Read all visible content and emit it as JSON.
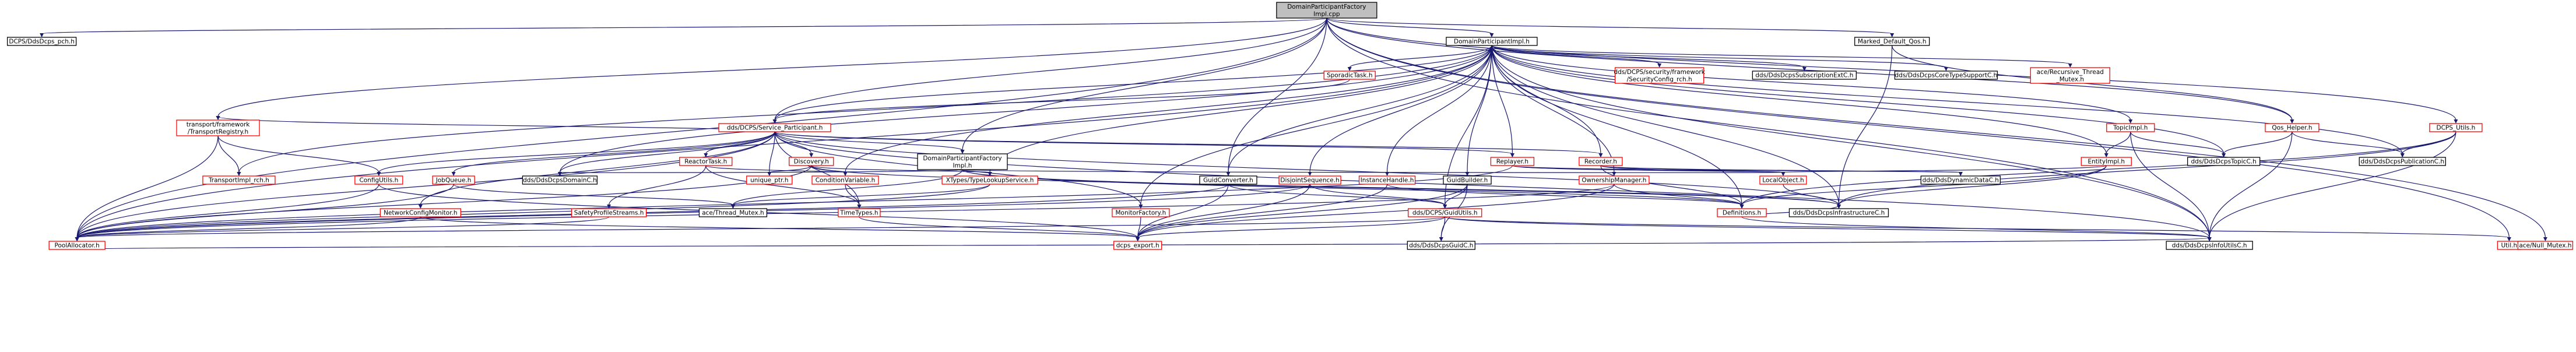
{
  "colors": {
    "node_fill": "#ffffff",
    "root_fill": "#bfbfbf",
    "border_black": "#000000",
    "border_red": "#ff0000",
    "edge_blue": "#191970",
    "edge_red": "#ff0000",
    "background": "#ffffff"
  },
  "nodes": [
    {
      "id": "root",
      "lines": [
        "DomainParticipantFactory",
        "Impl.cpp"
      ],
      "style": "root"
    },
    {
      "id": "pch",
      "lines": [
        "DCPS/DdsDcps_pch.h"
      ],
      "style": "black"
    },
    {
      "id": "dpi",
      "lines": [
        "DomainParticipantImpl.h"
      ],
      "style": "black"
    },
    {
      "id": "mdq",
      "lines": [
        "Marked_Default_Qos.h"
      ],
      "style": "black"
    },
    {
      "id": "sporadic",
      "lines": [
        "SporadicTask.h"
      ],
      "style": "red"
    },
    {
      "id": "seccfg",
      "lines": [
        "dds/DCPS/security/framework",
        "/SecurityConfig_rch.h"
      ],
      "style": "red"
    },
    {
      "id": "subext",
      "lines": [
        "dds/DdsDcpsSubscriptionExtC.h"
      ],
      "style": "black"
    },
    {
      "id": "coretype",
      "lines": [
        "dds/DdsDcpsCoreTypeSupportC.h"
      ],
      "style": "black"
    },
    {
      "id": "rtm",
      "lines": [
        "ace/Recursive_Thread",
        "_Mutex.h"
      ],
      "style": "red"
    },
    {
      "id": "qoshelper",
      "lines": [
        "Qos_Helper.h"
      ],
      "style": "red"
    },
    {
      "id": "dcpsutils",
      "lines": [
        "DCPS_Utils.h"
      ],
      "style": "red"
    },
    {
      "id": "svcpart",
      "lines": [
        "dds/DCPS/Service_Participant.h"
      ],
      "style": "red"
    },
    {
      "id": "topicimpl",
      "lines": [
        "TopicImpl.h"
      ],
      "style": "red"
    },
    {
      "id": "transreg",
      "lines": [
        "transport/framework",
        "/TransportRegistry.h"
      ],
      "style": "red"
    },
    {
      "id": "reactortask",
      "lines": [
        "ReactorTask.h"
      ],
      "style": "red"
    },
    {
      "id": "discovery",
      "lines": [
        "Discovery.h"
      ],
      "style": "red"
    },
    {
      "id": "dpfi",
      "lines": [
        "DomainParticipantFactory",
        "Impl.h"
      ],
      "style": "black"
    },
    {
      "id": "replayer",
      "lines": [
        "Replayer.h"
      ],
      "style": "red"
    },
    {
      "id": "recorder",
      "lines": [
        "Recorder.h"
      ],
      "style": "red"
    },
    {
      "id": "topicc",
      "lines": [
        "dds/DdsDcpsTopicC.h"
      ],
      "style": "black"
    },
    {
      "id": "pubc",
      "lines": [
        "dds/DdsDcpsPublicationC.h"
      ],
      "style": "black"
    },
    {
      "id": "entityimpl",
      "lines": [
        "EntityImpl.h"
      ],
      "style": "red"
    },
    {
      "id": "transimpl",
      "lines": [
        "TransportImpl_rch.h"
      ],
      "style": "red"
    },
    {
      "id": "configutils",
      "lines": [
        "ConfigUtils.h"
      ],
      "style": "red"
    },
    {
      "id": "jobqueue",
      "lines": [
        "JobQueue.h"
      ],
      "style": "red"
    },
    {
      "id": "domainc",
      "lines": [
        "dds/DdsDcpsDomainC.h"
      ],
      "style": "black"
    },
    {
      "id": "uniqueptr",
      "lines": [
        "unique_ptr.h"
      ],
      "style": "red"
    },
    {
      "id": "condvar",
      "lines": [
        "ConditionVariable.h"
      ],
      "style": "red"
    },
    {
      "id": "xtypes",
      "lines": [
        "XTypes/TypeLookupService.h"
      ],
      "style": "red"
    },
    {
      "id": "guidconv",
      "lines": [
        "GuidConverter.h"
      ],
      "style": "black"
    },
    {
      "id": "dispseq",
      "lines": [
        "DisjointSequence.h"
      ],
      "style": "red"
    },
    {
      "id": "insthandle",
      "lines": [
        "InstanceHandle.h"
      ],
      "style": "red"
    },
    {
      "id": "guidbuilder",
      "lines": [
        "GuidBuilder.h"
      ],
      "style": "black"
    },
    {
      "id": "ownmgr",
      "lines": [
        "OwnershipManager.h"
      ],
      "style": "red"
    },
    {
      "id": "localobj",
      "lines": [
        "LocalObject.h"
      ],
      "style": "red"
    },
    {
      "id": "dynamicdata",
      "lines": [
        "dds/DdsDynamicDataC.h"
      ],
      "style": "black"
    },
    {
      "id": "netcfg",
      "lines": [
        "NetworkConfigMonitor.h"
      ],
      "style": "red"
    },
    {
      "id": "safetyprof",
      "lines": [
        "SafetyProfileStreams.h"
      ],
      "style": "red"
    },
    {
      "id": "acethread",
      "lines": [
        "ace/Thread_Mutex.h"
      ],
      "style": "black"
    },
    {
      "id": "timetypes",
      "lines": [
        "TimeTypes.h"
      ],
      "style": "red"
    },
    {
      "id": "monfactory",
      "lines": [
        "MonitorFactory.h"
      ],
      "style": "red"
    },
    {
      "id": "guidutils",
      "lines": [
        "dds/DCPS/GuidUtils.h"
      ],
      "style": "red"
    },
    {
      "id": "definitions",
      "lines": [
        "Definitions.h"
      ],
      "style": "red"
    },
    {
      "id": "infrac",
      "lines": [
        "dds/DdsDcpsInfrastructureC.h"
      ],
      "style": "black"
    },
    {
      "id": "poolalloc",
      "lines": [
        "PoolAllocator.h"
      ],
      "style": "red"
    },
    {
      "id": "dcpsexport",
      "lines": [
        "dcps_export.h"
      ],
      "style": "red"
    },
    {
      "id": "guidc",
      "lines": [
        "dds/DdsDcpsGuidC.h"
      ],
      "style": "black"
    },
    {
      "id": "infoutils",
      "lines": [
        "dds/DdsDcpsInfoUtilsC.h"
      ],
      "style": "black"
    },
    {
      "id": "util",
      "lines": [
        "Util.h"
      ],
      "style": "red"
    },
    {
      "id": "nullmutex",
      "lines": [
        "ace/Null_Mutex.h"
      ],
      "style": "red"
    }
  ],
  "edges": [
    [
      "root",
      "pch"
    ],
    [
      "root",
      "dpi"
    ],
    [
      "root",
      "mdq"
    ],
    [
      "root",
      "svcpart"
    ],
    [
      "root",
      "qoshelper"
    ],
    [
      "root",
      "dcpsutils"
    ],
    [
      "root",
      "transreg"
    ],
    [
      "root",
      "dpfi"
    ],
    [
      "root",
      "guidconv"
    ],
    [
      "root",
      "infoutils"
    ],
    [
      "root",
      "util"
    ],
    [
      "root",
      "nullmutex"
    ],
    [
      "root",
      "poolalloc"
    ],
    [
      "dpi",
      "sporadic"
    ],
    [
      "dpi",
      "seccfg"
    ],
    [
      "dpi",
      "subext"
    ],
    [
      "dpi",
      "coretype"
    ],
    [
      "dpi",
      "rtm"
    ],
    [
      "dpi",
      "topicimpl"
    ],
    [
      "dpi",
      "svcpart"
    ],
    [
      "dpi",
      "replayer"
    ],
    [
      "dpi",
      "recorder"
    ],
    [
      "dpi",
      "topicc"
    ],
    [
      "dpi",
      "pubc"
    ],
    [
      "dpi",
      "entityimpl"
    ],
    [
      "dpi",
      "transimpl"
    ],
    [
      "dpi",
      "domainc"
    ],
    [
      "dpi",
      "condvar"
    ],
    [
      "dpi",
      "xtypes"
    ],
    [
      "dpi",
      "guidconv"
    ],
    [
      "dpi",
      "dispseq"
    ],
    [
      "dpi",
      "insthandle"
    ],
    [
      "dpi",
      "guidbuilder"
    ],
    [
      "dpi",
      "ownmgr"
    ],
    [
      "dpi",
      "guidutils"
    ],
    [
      "dpi",
      "definitions"
    ],
    [
      "dpi",
      "infrac"
    ],
    [
      "dpi",
      "poolalloc"
    ],
    [
      "dpi",
      "infoutils"
    ],
    [
      "dpi",
      "monfactory"
    ],
    [
      "mdq",
      "qoshelper"
    ],
    [
      "mdq",
      "infrac"
    ],
    [
      "sporadic",
      "svcpart"
    ],
    [
      "svcpart",
      "transreg"
    ],
    [
      "svcpart",
      "reactortask"
    ],
    [
      "svcpart",
      "discovery"
    ],
    [
      "svcpart",
      "dpfi"
    ],
    [
      "svcpart",
      "replayer"
    ],
    [
      "svcpart",
      "recorder"
    ],
    [
      "svcpart",
      "configutils"
    ],
    [
      "svcpart",
      "jobqueue"
    ],
    [
      "svcpart",
      "domainc"
    ],
    [
      "svcpart",
      "uniqueptr"
    ],
    [
      "svcpart",
      "netcfg"
    ],
    [
      "svcpart",
      "poolalloc"
    ],
    [
      "svcpart",
      "timetypes"
    ],
    [
      "svcpart",
      "monfactory"
    ],
    [
      "svcpart",
      "infrac"
    ],
    [
      "svcpart",
      "infoutils"
    ],
    [
      "topicimpl",
      "entityimpl"
    ],
    [
      "topicimpl",
      "topicc"
    ],
    [
      "topicimpl",
      "infoutils"
    ],
    [
      "qoshelper",
      "topicc"
    ],
    [
      "qoshelper",
      "pubc"
    ],
    [
      "qoshelper",
      "infoutils"
    ],
    [
      "dcpsutils",
      "pubc"
    ],
    [
      "dcpsutils",
      "infrac"
    ],
    [
      "dcpsutils",
      "infoutils"
    ],
    [
      "dcpsutils",
      "definitions"
    ],
    [
      "transreg",
      "transimpl"
    ],
    [
      "transreg",
      "configutils"
    ],
    [
      "transreg",
      "poolalloc"
    ],
    [
      "reactortask",
      "condvar"
    ],
    [
      "reactortask",
      "timetypes"
    ],
    [
      "reactortask",
      "safetyprof"
    ],
    [
      "discovery",
      "uniqueptr"
    ],
    [
      "discovery",
      "condvar"
    ],
    [
      "discovery",
      "xtypes"
    ],
    [
      "discovery",
      "infrac"
    ],
    [
      "discovery",
      "poolalloc"
    ],
    [
      "dpfi",
      "domainc"
    ],
    [
      "dpfi",
      "localobj"
    ],
    [
      "dpfi",
      "acethread"
    ],
    [
      "dpfi",
      "infrac"
    ],
    [
      "dpfi",
      "definitions"
    ],
    [
      "replayer",
      "localobj"
    ],
    [
      "replayer",
      "poolalloc"
    ],
    [
      "replayer",
      "dynamicdata"
    ],
    [
      "recorder",
      "localobj"
    ],
    [
      "recorder",
      "dynamicdata"
    ],
    [
      "recorder",
      "definitions"
    ],
    [
      "entityimpl",
      "localobj"
    ],
    [
      "entityimpl",
      "definitions"
    ],
    [
      "entityimpl",
      "infrac"
    ],
    [
      "configutils",
      "poolalloc"
    ],
    [
      "configutils",
      "dcpsexport"
    ],
    [
      "jobqueue",
      "acethread"
    ],
    [
      "jobqueue",
      "poolalloc"
    ],
    [
      "condvar",
      "timetypes"
    ],
    [
      "xtypes",
      "acethread"
    ],
    [
      "xtypes",
      "poolalloc"
    ],
    [
      "guidconv",
      "guidutils"
    ],
    [
      "guidconv",
      "dcpsexport"
    ],
    [
      "guidconv",
      "poolalloc"
    ],
    [
      "dispseq",
      "poolalloc"
    ],
    [
      "dispseq",
      "dcpsexport"
    ],
    [
      "dispseq",
      "guidutils"
    ],
    [
      "insthandle",
      "dcpsexport"
    ],
    [
      "insthandle",
      "definitions"
    ],
    [
      "guidbuilder",
      "guidutils"
    ],
    [
      "guidbuilder",
      "guidc"
    ],
    [
      "guidbuilder",
      "dcpsexport"
    ],
    [
      "ownmgr",
      "definitions"
    ],
    [
      "ownmgr",
      "poolalloc"
    ],
    [
      "ownmgr",
      "dcpsexport"
    ],
    [
      "netcfg",
      "poolalloc"
    ],
    [
      "netcfg",
      "dcpsexport"
    ],
    [
      "safetyprof",
      "poolalloc"
    ],
    [
      "monfactory",
      "dcpsexport"
    ],
    [
      "guidutils",
      "guidc"
    ],
    [
      "guidutils",
      "infoutils"
    ],
    [
      "guidutils",
      "util"
    ],
    [
      "guidutils",
      "dcpsexport"
    ],
    [
      "guidutils",
      "poolalloc"
    ],
    [
      "definitions",
      "infrac"
    ],
    [
      "definitions",
      "infoutils"
    ],
    [
      "localobj",
      "infrac"
    ],
    [
      "poolalloc",
      "infoutils"
    ],
    [
      "timetypes",
      "dcpsexport"
    ]
  ]
}
